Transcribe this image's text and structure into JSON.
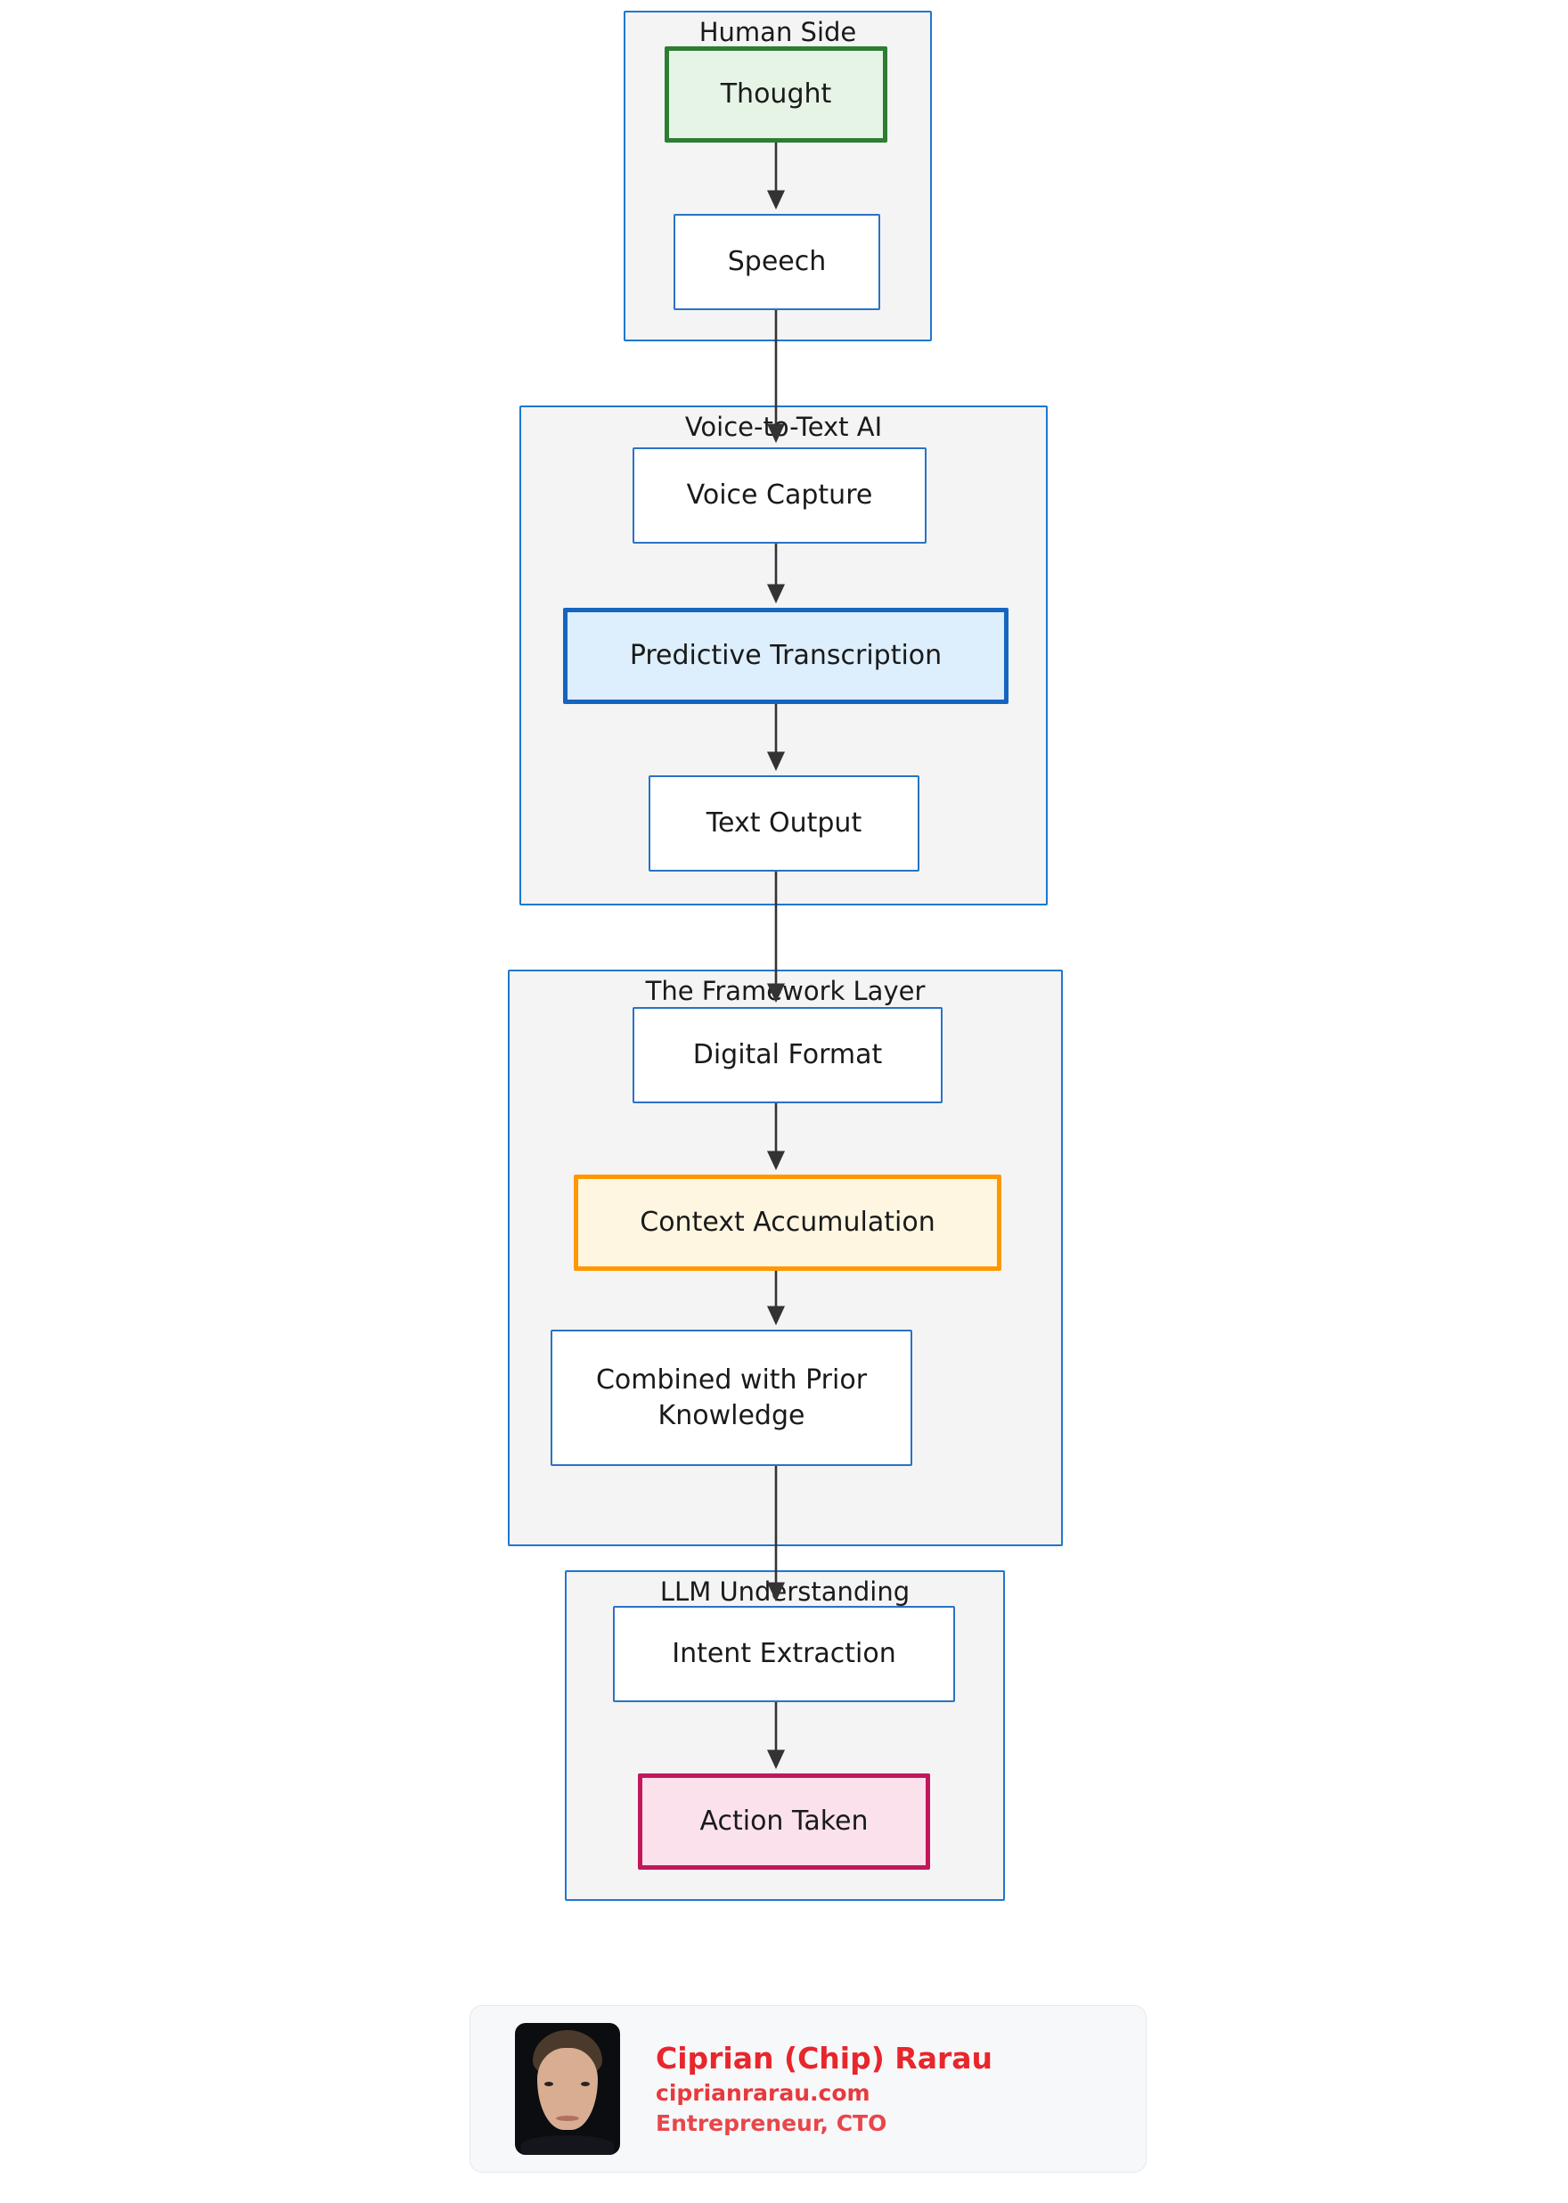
{
  "diagram": {
    "type": "flowchart",
    "direction": "top-to-bottom",
    "clusters": [
      {
        "id": "human-side",
        "label": "Human Side",
        "nodes": [
          "thought",
          "speech"
        ]
      },
      {
        "id": "voice-to-text-ai",
        "label": "Voice-to-Text AI",
        "nodes": [
          "voice-capture",
          "predictive-transcription",
          "text-output"
        ]
      },
      {
        "id": "framework-layer",
        "label": "The Framework Layer",
        "nodes": [
          "digital-format",
          "context-accumulation",
          "combined-with-prior-knowledge"
        ]
      },
      {
        "id": "llm-understanding",
        "label": "LLM Understanding",
        "nodes": [
          "intent-extraction",
          "action-taken"
        ]
      }
    ],
    "nodes": {
      "thought": {
        "label": "Thought",
        "style": "green-highlight"
      },
      "speech": {
        "label": "Speech",
        "style": "plain"
      },
      "voice_capture": {
        "label": "Voice Capture",
        "style": "plain"
      },
      "predictive_transcription": {
        "label": "Predictive Transcription",
        "style": "blue-highlight"
      },
      "text_output": {
        "label": "Text Output",
        "style": "plain"
      },
      "digital_format": {
        "label": "Digital Format",
        "style": "plain"
      },
      "context_accumulation": {
        "label": "Context Accumulation",
        "style": "orange-highlight"
      },
      "combined_with_prior_knowledge": {
        "label": "Combined with Prior Knowledge",
        "style": "plain"
      },
      "intent_extraction": {
        "label": "Intent Extraction",
        "style": "plain"
      },
      "action_taken": {
        "label": "Action Taken",
        "style": "pink-highlight"
      }
    },
    "edges": [
      {
        "from": "thought",
        "to": "speech"
      },
      {
        "from": "speech",
        "to": "voice_capture"
      },
      {
        "from": "voice_capture",
        "to": "predictive_transcription"
      },
      {
        "from": "predictive_transcription",
        "to": "text_output"
      },
      {
        "from": "text_output",
        "to": "digital_format"
      },
      {
        "from": "digital_format",
        "to": "context_accumulation"
      },
      {
        "from": "context_accumulation",
        "to": "combined_with_prior_knowledge"
      },
      {
        "from": "combined_with_prior_knowledge",
        "to": "intent_extraction"
      },
      {
        "from": "intent_extraction",
        "to": "action_taken"
      }
    ],
    "colors": {
      "cluster_border": "#1f77d0",
      "cluster_fill": "#f4f4f4",
      "node_border": "#2a72c4",
      "node_fill": "#ffffff",
      "green_border": "#2d7d32",
      "green_fill": "#e6f4e6",
      "blue_border": "#1565c0",
      "blue_fill": "#ddeefc",
      "orange_border": "#ff9800",
      "orange_fill": "#fef6e0",
      "pink_border": "#c2185b",
      "pink_fill": "#fbe1ec",
      "edge": "#333333",
      "text": "#1a1a1a"
    }
  },
  "author": {
    "name": "Ciprian (Chip) Rarau",
    "website": "ciprianrarau.com",
    "role": "Entrepreneur, CTO",
    "accent_color": "#e8262b",
    "card_background": "#f6f8fa"
  }
}
